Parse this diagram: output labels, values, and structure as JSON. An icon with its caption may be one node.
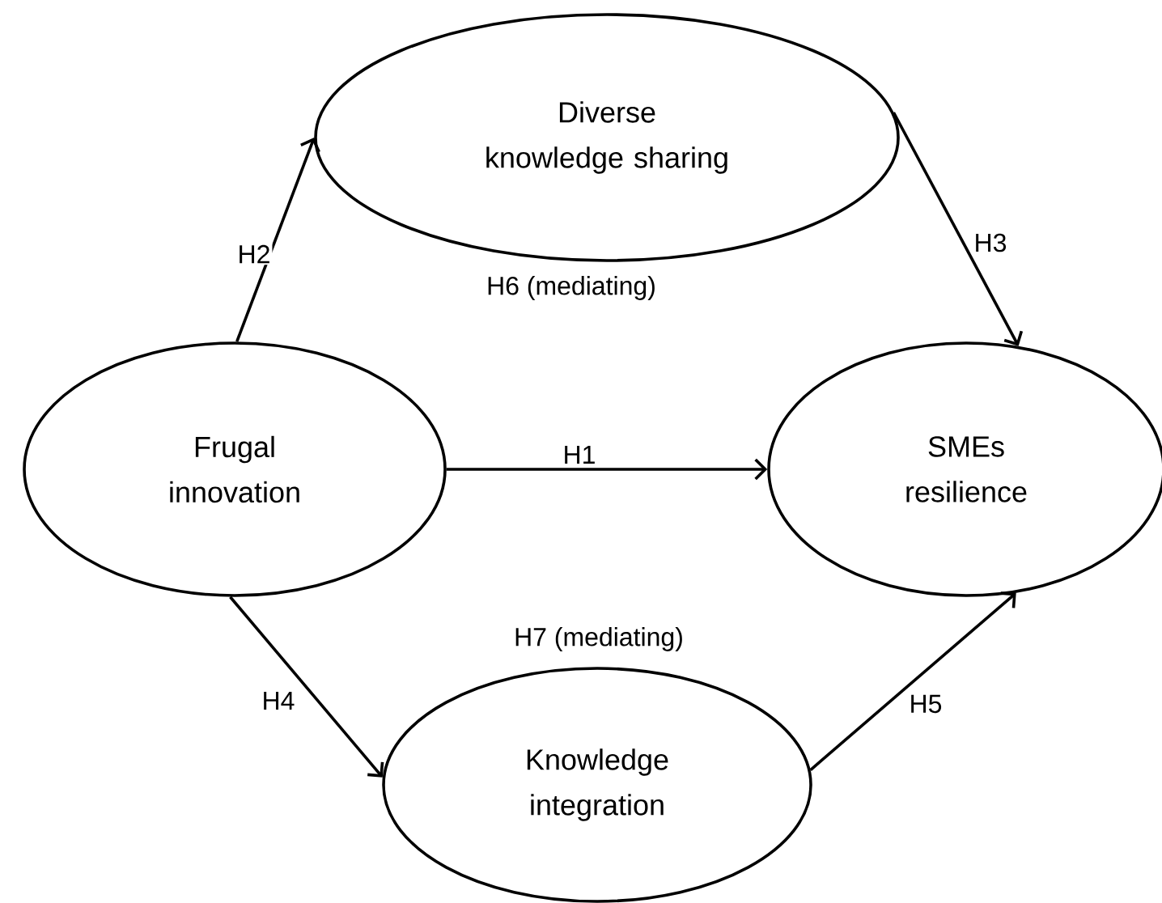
{
  "diagram": {
    "nodes": [
      {
        "text": [
          "Diverse knowledge sharing"
        ]
      },
      {
        "text": [
          "Frugal innovation"
        ]
      },
      {
        "text": [
          "SMEs resilience"
        ]
      },
      {
        "text": [
          "Knowledge integration"
        ]
      }
    ],
    "edges": [
      {
        "from": 1,
        "to": 0,
        "arrow": "to",
        "label": "H2"
      },
      {
        "from": 0,
        "to": 2,
        "arrow": "to",
        "label": "H3"
      },
      {
        "from": 1,
        "to": 2,
        "arrow": "to",
        "label": "H1"
      },
      {
        "from": 1,
        "to": 3,
        "arrow": "to",
        "label": "H4"
      },
      {
        "from": 3,
        "to": 2,
        "arrow": "to",
        "label": "H5"
      }
    ],
    "labels": [
      "H6 (mediating)",
      "H7 (mediating)"
    ]
  }
}
